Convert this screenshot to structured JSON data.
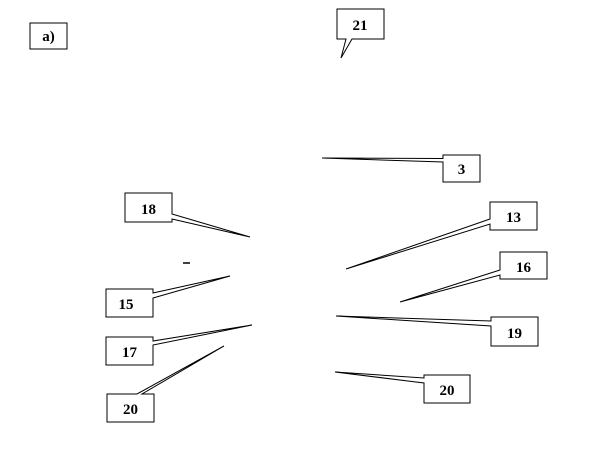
{
  "panel_label": "a)",
  "callouts": [
    {
      "id": "c21",
      "text": "21"
    },
    {
      "id": "c3",
      "text": "3"
    },
    {
      "id": "c18",
      "text": "18"
    },
    {
      "id": "c13",
      "text": "13"
    },
    {
      "id": "c16",
      "text": "16"
    },
    {
      "id": "c15",
      "text": "15"
    },
    {
      "id": "c19",
      "text": "19"
    },
    {
      "id": "c17",
      "text": "17"
    },
    {
      "id": "c20a",
      "text": "20"
    },
    {
      "id": "c20b",
      "text": "20"
    }
  ],
  "colors": {
    "stroke": "#000000",
    "fill": "#ffffff"
  }
}
